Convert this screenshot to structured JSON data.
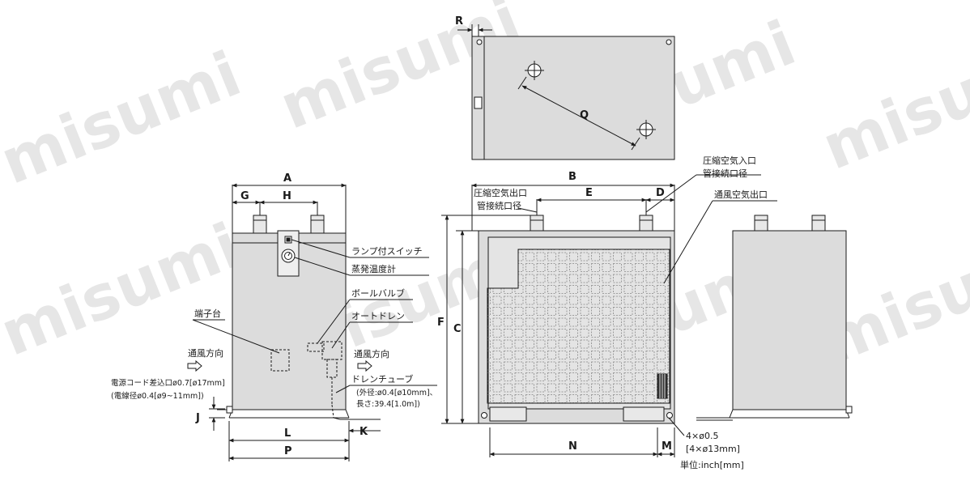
{
  "watermark": "misumi",
  "dimensions": {
    "A": "A",
    "B": "B",
    "C": "C",
    "D": "D",
    "E": "E",
    "F": "F",
    "G": "G",
    "H": "H",
    "J": "J",
    "K": "K",
    "L": "L",
    "M": "M",
    "N": "N",
    "P": "P",
    "Q": "Q",
    "R": "R"
  },
  "labels": {
    "inlet_l1": "圧縮空気入口",
    "inlet_l2": "管接続口径",
    "outlet_l1": "圧縮空気出口",
    "outlet_l2": "管接続口径",
    "vent_outlet": "通風空気出口",
    "lamp_switch": "ランプ付スイッチ",
    "evap_thermometer": "蒸発温度計",
    "ball_valve": "ボールバルブ",
    "auto_drain": "オートドレン",
    "terminal_block": "端子台",
    "airflow_left": "通風方向",
    "airflow_right": "通風方向",
    "drain_tube": "ドレンチューブ",
    "drain_tube_spec1": "(外径:ø0.4[ø10mm]、",
    "drain_tube_spec2": "長さ:39.4[1.0m])",
    "cord_inlet": "電源コード差込口ø0.7[ø17mm]",
    "cord_diameter": "(電線径ø0.4[ø9~11mm])",
    "holes1": "4×ø0.5",
    "holes2": "[4×ø13mm]",
    "unit": "単位:inch[mm]"
  },
  "colors": {
    "body_fill": "#dcdcdc",
    "line": "#1a1a1a",
    "watermark": "#e6e6e6"
  }
}
